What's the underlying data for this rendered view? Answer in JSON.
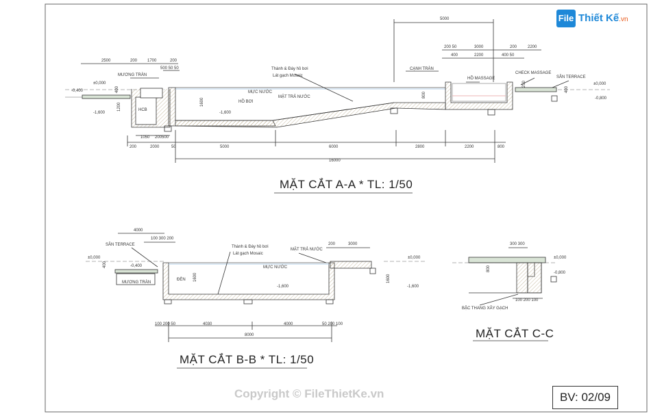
{
  "brand": {
    "badge": "File",
    "name": "Thiết Kế",
    "suffix": ".vn"
  },
  "titles": {
    "aa": "MẶT CẮT A-A * TL: 1/50",
    "bb": "MẶT CẮT B-B * TL: 1/50",
    "cc": "MẶT CẮT C-C"
  },
  "copyright": "Copyright © FileThietKe.vn",
  "sheet_no": "BV: 02/09",
  "labels": {
    "aa_overflow": "MƯƠNG TRÀN",
    "aa_wall_line1": "Thành & Đáy hồ bơi",
    "aa_wall_line2": "Lát gạch Mosaic",
    "aa_water_level": "MỰC NƯỚC",
    "aa_pool": "HỒ BƠI",
    "aa_return": "MẶT TRẢ NƯỚC",
    "aa_hcb": "HCB",
    "aa_edge": "CẠNH TRÀN",
    "aa_massage": "HỒ MASSAGE",
    "aa_check": "CHECK MASSAGE",
    "aa_terrace": "SÂN TERRACE",
    "bb_terrace": "SÂN TERRACE",
    "bb_overflow": "MƯƠNG TRÀN",
    "bb_light": "ĐÈN",
    "bb_wall_line1": "Thành & Đáy hồ bơi",
    "bb_wall_line2": "Lát gạch Mosaic",
    "bb_water_level": "MỰC NƯỚC",
    "bb_return": "MẶT TRẢ NƯỚC",
    "cc_stair": "BẬC THANG XÂY GẠCH"
  },
  "levels": {
    "aa_m0400": "-0,400",
    "aa_0000_l": "±0,000",
    "aa_m1600": "-1,600",
    "aa_m1600_b": "-1,600",
    "aa_0000_r": "±0,000",
    "aa_m0800": "-0,800",
    "bb_0000_l": "±0,000",
    "bb_m0400": "-0,400",
    "bb_0000_r": "±0,000",
    "bb_m1600": "-1,600",
    "bb_m1600_r": "-1,600",
    "cc_0000": "±0,000",
    "cc_m0800": "-0,800"
  },
  "dims": {
    "aa_top_5000": "5000",
    "aa_top_2500": "2500",
    "aa_top_200a": "200",
    "aa_top_1700": "1700",
    "aa_top_200b": "200",
    "aa_top_500": "500 50 50",
    "aa_top_20050": "200 50",
    "aa_top_3000": "3000",
    "aa_top_200c": "200",
    "aa_top_2200": "2200",
    "aa_top_400a": "400",
    "aa_top_2200b": "2200",
    "aa_top_40050": "400 50",
    "aa_bot_200": "200",
    "aa_bot_2000": "2000",
    "aa_bot_50": "50",
    "aa_bot_5000": "5000",
    "aa_bot_6000": "6000",
    "aa_bot_2800": "2800",
    "aa_bot_2200": "2200",
    "aa_bot_800": "800",
    "aa_bot_1050": "1050",
    "aa_bot_200500": "200500",
    "aa_bot_16000": "16000",
    "aa_v_400": "400",
    "aa_v_1200": "1200",
    "aa_v_1600": "1600",
    "aa_v_800": "800",
    "aa_v_250": "250",
    "aa_v_400r": "400",
    "bb_top_4000": "4000",
    "bb_top_100": "100 300 200",
    "bb_top_200": "200",
    "bb_top_3000": "3000",
    "bb_bot_100": "100 200 50",
    "bb_bot_4030": "4030",
    "bb_bot_4000": "4000",
    "bb_bot_50": "50 200 100",
    "bb_bot_8000": "8000",
    "bb_v_400": "400",
    "bb_v_1600": "1600",
    "bb_v_1600r": "1600",
    "cc_top": "300 300",
    "cc_v_800": "800",
    "cc_bot": "100 200 100"
  }
}
